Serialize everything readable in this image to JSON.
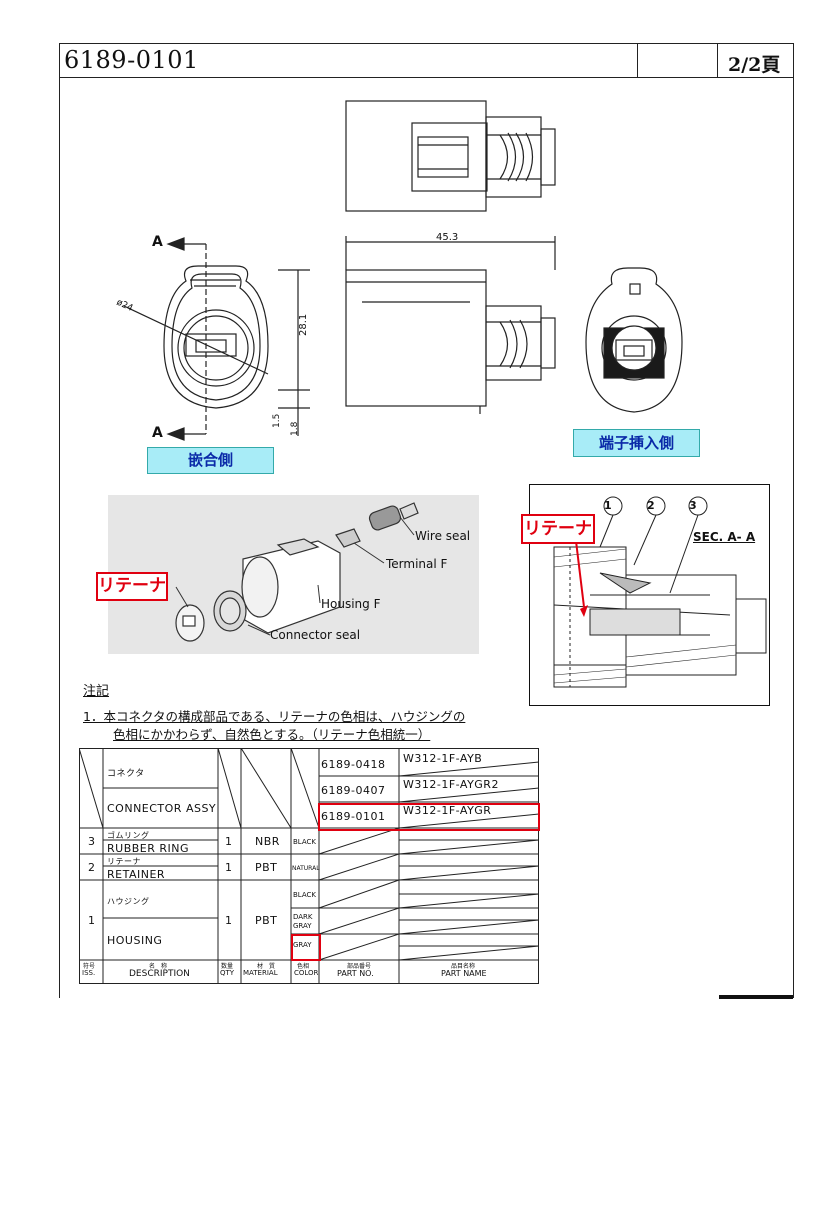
{
  "header": {
    "doc_number": "6189-0101",
    "page": "2/2頁"
  },
  "drawing": {
    "section_marker": "A",
    "dim_length": "45.3",
    "dim_diameter": "ø24",
    "dim_height": "28.1",
    "dim_small_1": "1.5",
    "dim_small_2": "1.8",
    "label_mating_side": "嵌合側",
    "label_terminal_side": "端子挿入側"
  },
  "photo": {
    "retainer_label": "リテーナ",
    "callouts": [
      "Wire seal",
      "Terminal F",
      "Housing F",
      "Connector seal"
    ]
  },
  "section": {
    "title": "SEC. A- A",
    "retainer_label": "リテーナ",
    "balloons": [
      "1",
      "2",
      "3"
    ]
  },
  "notes": {
    "heading": "注記",
    "line1": "1．本コネクタの構成部品である、リテーナの色相は、ハウジングの",
    "line2": "色相にかかわらず、自然色とする。（リテーナ色相統一）"
  },
  "bom": {
    "assy_jp": "コネクタ",
    "assy_en": "CONNECTOR ASSY",
    "part_numbers": [
      "6189-0418",
      "6189-0407",
      "6189-0101"
    ],
    "part_names": [
      "W312-1F-AYB",
      "W312-1F-AYGR2",
      "W312-1F-AYGR"
    ],
    "rows": [
      {
        "iss": "3",
        "jp": "ゴムリング",
        "en": "RUBBER RING",
        "qty": "1",
        "mat": "NBR",
        "color": "BLACK"
      },
      {
        "iss": "2",
        "jp": "リテーナ",
        "en": "RETAINER",
        "qty": "1",
        "mat": "PBT",
        "color": "NATURAL"
      },
      {
        "iss": "1",
        "jp": "ハウジング",
        "en": "HOUSING",
        "qty": "1",
        "mat": "PBT",
        "colors": [
          "BLACK",
          "DARK GRAY",
          "GRAY"
        ]
      }
    ],
    "footer": {
      "iss_jp": "符号",
      "iss": "ISS.",
      "desc_jp": "名　称",
      "desc": "DESCRIPTION",
      "qty_jp": "数量",
      "qty": "QTY",
      "mat_jp": "材　質",
      "mat": "MATERIAL",
      "color_jp": "色相",
      "color": "COLOR",
      "pn_jp": "部品番号",
      "pn": "PART NO.",
      "name_jp": "品目名称",
      "name": "PART NAME"
    }
  }
}
